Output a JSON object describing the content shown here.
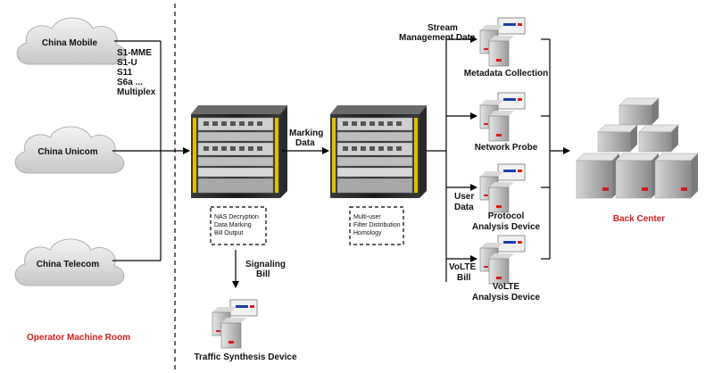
{
  "operators": [
    "China Mobile",
    "China Unicom",
    "China Telecom"
  ],
  "interfaces": [
    "S1-MME",
    "S1-U",
    "S11",
    "S6a ...",
    "Multiplex"
  ],
  "operator_room_label": "Operator Machine Room",
  "device1_functions": [
    "NAS Decryption",
    "Data Marking",
    "Bill Output"
  ],
  "marking_data_label": [
    "Marking",
    "Data"
  ],
  "device2_functions": [
    "Multi-user",
    "Filter Distribution",
    "Homology"
  ],
  "signaling_bill_label": [
    "Signaling",
    "Bill"
  ],
  "traffic_synthesis_label": "Traffic Synthesis Device",
  "stream_mgmt_label": [
    "Stream",
    "Management Data"
  ],
  "user_data_label": [
    "User",
    "Data"
  ],
  "volte_bill_label": [
    "VoLTE",
    "Bill"
  ],
  "servers": [
    [
      "Metadata Collection"
    ],
    [
      "Network Probe"
    ],
    [
      "Protocol",
      "Analysis Device"
    ],
    [
      "VoLTE",
      "Analysis Device"
    ]
  ],
  "back_center_label": "Back Center",
  "colors": {
    "accent_red": "#d21e1e",
    "line": "#000000"
  }
}
